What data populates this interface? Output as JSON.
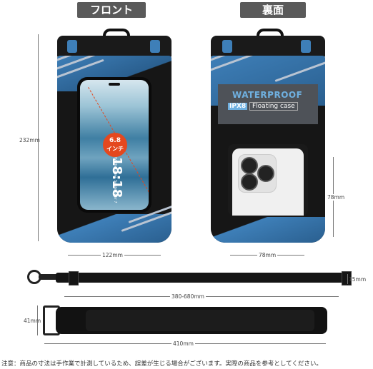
{
  "labels": {
    "front": "フロント",
    "back": "裏面"
  },
  "dimensions": {
    "height_front": "232mm",
    "width_front": "122mm",
    "window_height_back": "78mm",
    "window_width_back": "78mm",
    "strap_length": "380-680mm",
    "strap_thickness": "15mm",
    "armband_height": "41mm",
    "armband_length": "410mm"
  },
  "phone": {
    "time": "18:18",
    "date": "Wednesday, September 7",
    "size_badge_value": "6.8",
    "size_badge_unit": "インチ"
  },
  "back_panel": {
    "brand": "WATERPROOF",
    "rating": "IPX8",
    "subtitle": "Floating case"
  },
  "note": "注意：商品の寸法は手作業で計測しているため、誤差が生じる場合がございます。実際の商品を参考としてください。",
  "colors": {
    "accent_blue": "#3e7fb8",
    "case_black": "#151515",
    "tab_gray": "#5a5a5a",
    "badge_red": "#e4481f"
  }
}
